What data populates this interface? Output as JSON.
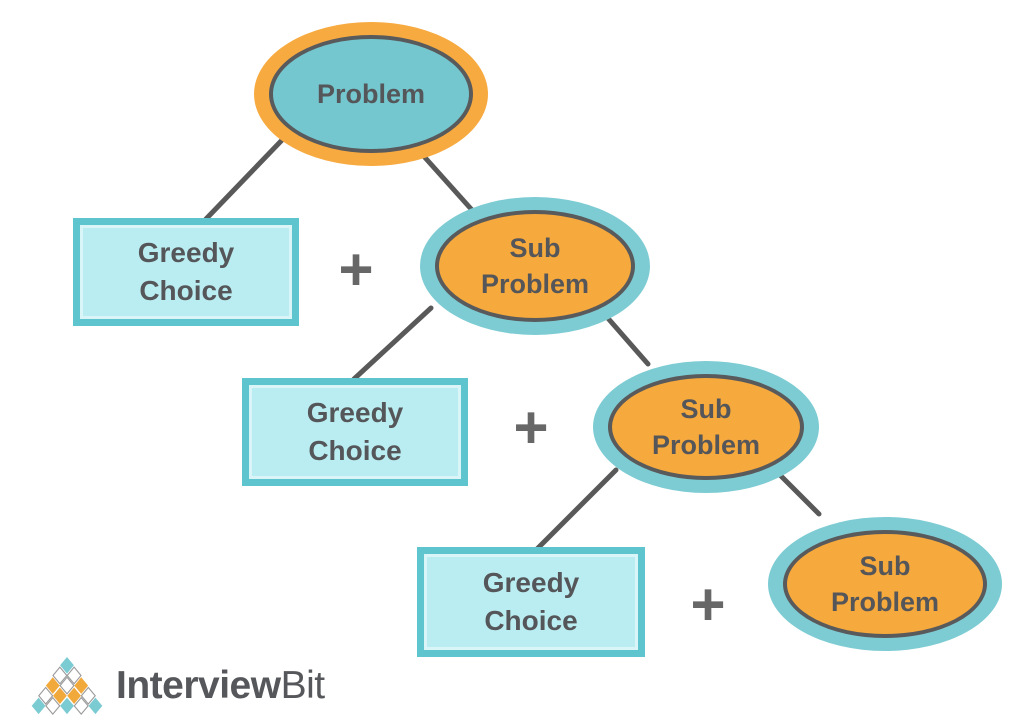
{
  "diagram": {
    "type": "tree",
    "description": "Greedy algorithm decomposition: a problem is split into a greedy choice plus a sub problem, recursively.",
    "nodes": [
      {
        "id": "problem",
        "shape": "ellipse",
        "ring_color": "#F7AA40",
        "fill_color": "#74C7CE",
        "label": [
          "Problem"
        ]
      },
      {
        "id": "greedy-choice-1",
        "shape": "rect",
        "fill_color": "#BAEDF1",
        "border_color": "#5EC5CF",
        "label": [
          "Greedy",
          "Choice"
        ]
      },
      {
        "id": "sub-problem-1",
        "shape": "ellipse",
        "ring_color": "#7DCCD3",
        "fill_color": "#F6A93C",
        "label": [
          "Sub",
          "Problem"
        ]
      },
      {
        "id": "greedy-choice-2",
        "shape": "rect",
        "fill_color": "#BAEDF1",
        "border_color": "#5EC5CF",
        "label": [
          "Greedy",
          "Choice"
        ]
      },
      {
        "id": "sub-problem-2",
        "shape": "ellipse",
        "ring_color": "#7DCCD3",
        "fill_color": "#F6A93C",
        "label": [
          "Sub",
          "Problem"
        ]
      },
      {
        "id": "greedy-choice-3",
        "shape": "rect",
        "fill_color": "#BAEDF1",
        "border_color": "#5EC5CF",
        "label": [
          "Greedy",
          "Choice"
        ]
      },
      {
        "id": "sub-problem-3",
        "shape": "ellipse",
        "ring_color": "#7DCCD3",
        "fill_color": "#F6A93C",
        "label": [
          "Sub",
          "Problem"
        ]
      }
    ],
    "edges": [
      {
        "from": "problem",
        "to": "greedy-choice-1"
      },
      {
        "from": "problem",
        "to": "sub-problem-1"
      },
      {
        "from": "sub-problem-1",
        "to": "greedy-choice-2"
      },
      {
        "from": "sub-problem-1",
        "to": "sub-problem-2"
      },
      {
        "from": "sub-problem-2",
        "to": "greedy-choice-3"
      },
      {
        "from": "sub-problem-2",
        "to": "sub-problem-3"
      }
    ],
    "operators": [
      {
        "symbol": "+"
      },
      {
        "symbol": "+"
      },
      {
        "symbol": "+"
      }
    ]
  },
  "logo": {
    "brand_primary": "Interview",
    "brand_secondary": "Bit"
  },
  "colors": {
    "orange": "#F6A93C",
    "teal_ring": "#7DCCD3",
    "teal_fill": "#74C7CE",
    "box_fill": "#BAEDF1",
    "box_border": "#5EC5CF",
    "text_dark_gray": "#55565A",
    "line_gray": "#595959",
    "plus_gray": "#676767"
  }
}
